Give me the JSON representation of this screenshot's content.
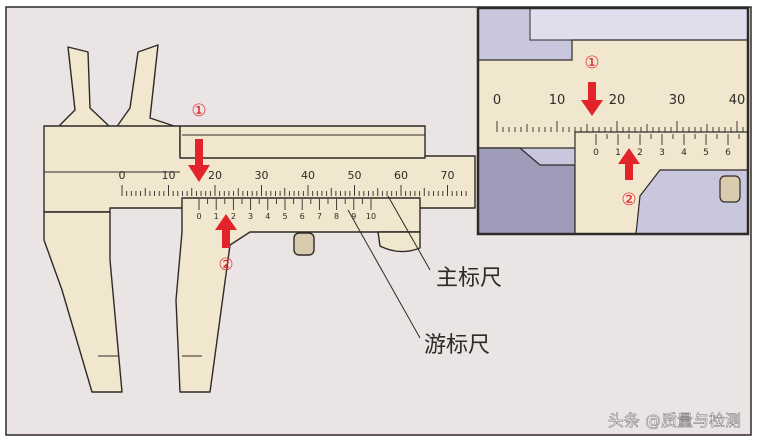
{
  "colors": {
    "background": "#EAE4E5",
    "caliper_body": "#F1E7CE",
    "caliper_shadow": "#D9CCAE",
    "outline": "#2E2A27",
    "pointer": "#E2242A",
    "inset_bg": "#C9C7DE",
    "inset_dark": "#9F9CBA"
  },
  "main_scale": {
    "numbers": [
      "0",
      "10",
      "20",
      "30",
      "40",
      "50",
      "60",
      "70"
    ]
  },
  "vernier_scale": {
    "numbers": [
      "0",
      "1",
      "2",
      "3",
      "4",
      "5",
      "6",
      "7",
      "8",
      "9",
      "10"
    ]
  },
  "markers": {
    "one": "①",
    "two": "②"
  },
  "labels": {
    "main_scale": "主标尺",
    "vernier_scale": "游标尺"
  },
  "inset": {
    "main_numbers": [
      "0",
      "10",
      "20",
      "30",
      "40"
    ],
    "vernier_numbers": [
      "0",
      "1",
      "2",
      "3",
      "4",
      "5",
      "6"
    ],
    "marker_one": "①",
    "marker_two": "②"
  },
  "watermark": "头条 @质量与检测"
}
